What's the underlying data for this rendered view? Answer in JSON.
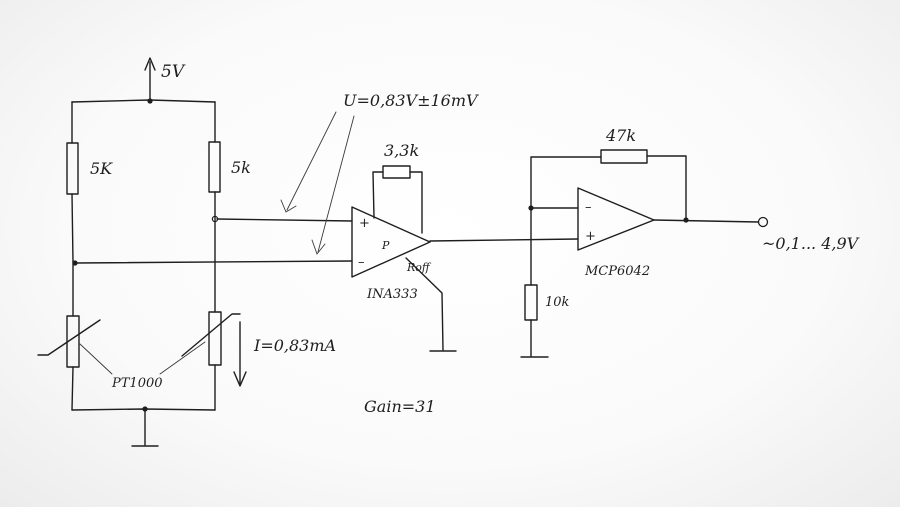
{
  "supply_label": "5V",
  "bridge": {
    "r_top_left": "5K",
    "r_top_right": "5k",
    "sensor_label": "PT1000",
    "current_label": "I=0,83mA"
  },
  "voltage_label": "U=0,83V±16mV",
  "inamp": {
    "gain_resistor": "3,3k",
    "plus_sign": "+",
    "minus_sign": "–",
    "ref_pin": "P",
    "offset_pin": "Roff",
    "part_name": "INA333",
    "gain_label": "Gain=31"
  },
  "opamp": {
    "feedback_resistor": "47k",
    "ground_resistor": "10k",
    "minus_sign": "–",
    "plus_sign": "+",
    "part_name": "MCP6042"
  },
  "output_label": "~0,1... 4,9V"
}
